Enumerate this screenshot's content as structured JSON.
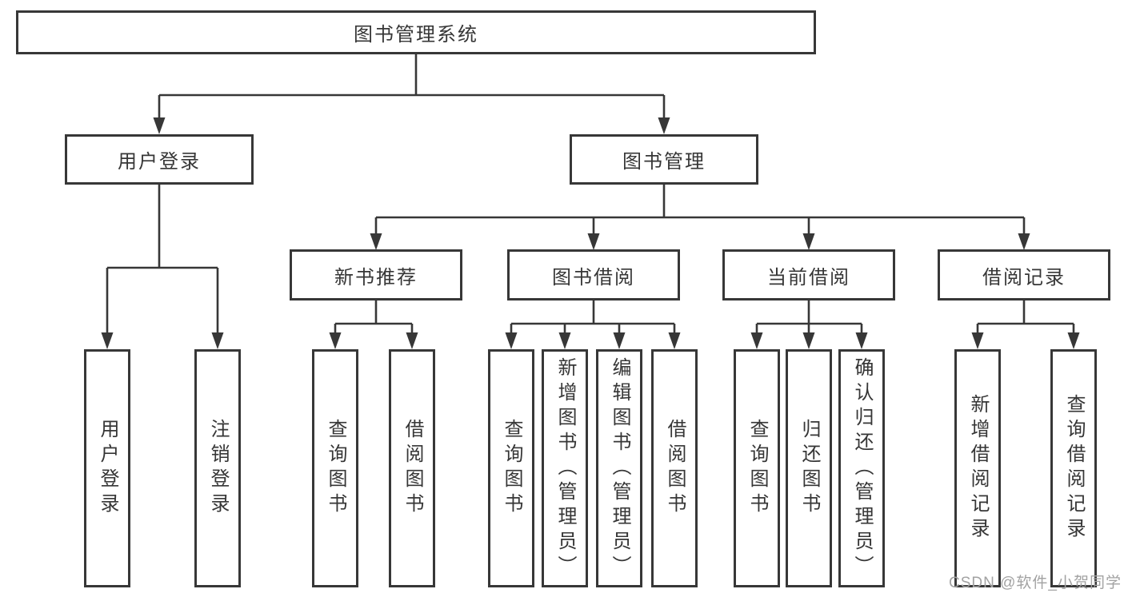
{
  "diagram_title": "图书管理系统",
  "colors": {
    "line": "#373737",
    "box_border": "#373737",
    "text": "#363636",
    "watermark": "#a2a2a2",
    "background": "#ffffff"
  },
  "tree": {
    "label": "图书管理系统",
    "children": [
      {
        "label": "用户登录",
        "children": [
          {
            "label": "用户登录"
          },
          {
            "label": "注销登录"
          }
        ]
      },
      {
        "label": "图书管理",
        "children": [
          {
            "label": "新书推荐",
            "children": [
              {
                "label": "查询图书"
              },
              {
                "label": "借阅图书"
              }
            ]
          },
          {
            "label": "图书借阅",
            "children": [
              {
                "label": "查询图书"
              },
              {
                "label": "新增图书（管理员）"
              },
              {
                "label": "编辑图书（管理员）"
              },
              {
                "label": "借阅图书"
              }
            ]
          },
          {
            "label": "当前借阅",
            "children": [
              {
                "label": "查询图书"
              },
              {
                "label": "归还图书"
              },
              {
                "label": "确认归还（管理员）"
              }
            ]
          },
          {
            "label": "借阅记录",
            "children": [
              {
                "label": "新增借阅记录"
              },
              {
                "label": "查询借阅记录"
              }
            ]
          }
        ]
      }
    ]
  },
  "watermark": "CSDN @软件_小贺同学"
}
